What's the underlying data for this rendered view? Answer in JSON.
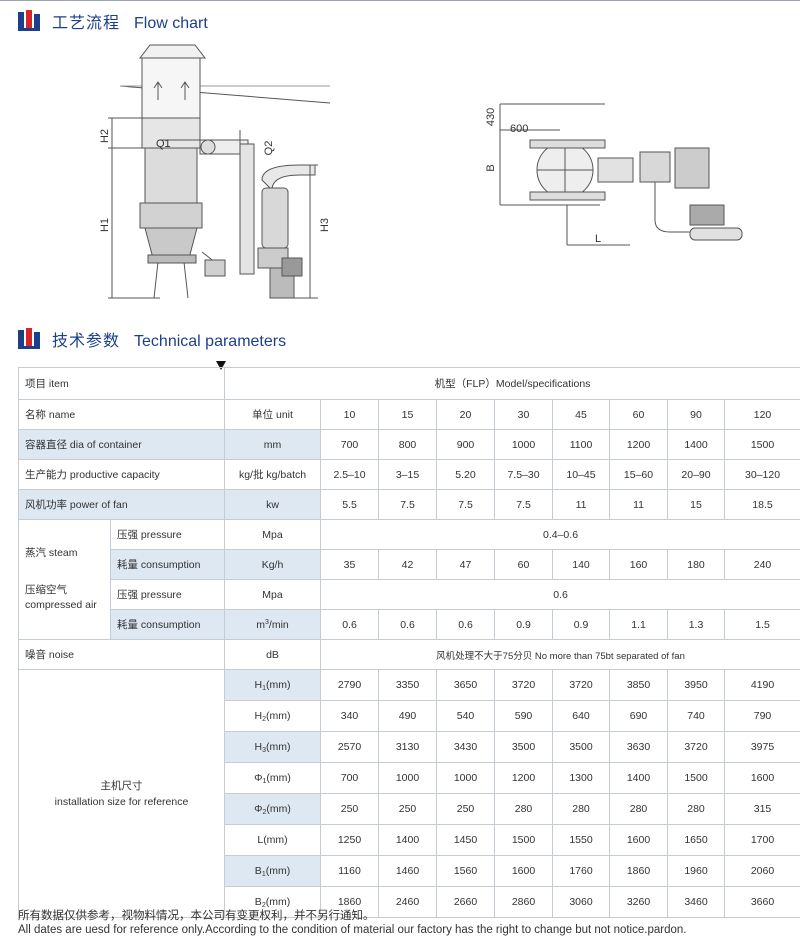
{
  "flow": {
    "title_zh": "工艺流程",
    "title_en": "Flow chart",
    "labels": {
      "h2": "H2",
      "h1": "H1",
      "h3": "H3",
      "q1": "Q1",
      "q2": "Q2",
      "b": "B",
      "l": "L",
      "d430": "430",
      "d600": "600"
    }
  },
  "tech": {
    "title_zh": "技术参数",
    "title_en": "Technical parameters"
  },
  "table": {
    "item": "项目 item",
    "model_header": "机型（FLP）Model/specifications",
    "name": "名称 name",
    "unit": "单位 unit",
    "models": [
      "10",
      "15",
      "20",
      "30",
      "45",
      "60",
      "90",
      "120"
    ],
    "rows": {
      "container": {
        "label": "容器直径 dia of container",
        "unit": "mm",
        "values": [
          "700",
          "800",
          "900",
          "1000",
          "1100",
          "1200",
          "1400",
          "1500"
        ]
      },
      "capacity": {
        "label": "生产能力 productive capacity",
        "unit": "kg/批 kg/batch",
        "values": [
          "2.5–10",
          "3–15",
          "5.20",
          "7.5–30",
          "10–45",
          "15–60",
          "20–90",
          "30–120"
        ]
      },
      "fan": {
        "label": "风机功率 power of fan",
        "unit": "kw",
        "values": [
          "5.5",
          "7.5",
          "7.5",
          "7.5",
          "11",
          "11",
          "15",
          "18.5"
        ]
      },
      "steam_pressure": {
        "label": "压强 pressure",
        "unit": "Mpa",
        "value": "0.4–0.6"
      },
      "steam_consumption": {
        "label": "耗量 consumption",
        "unit": "Kg/h",
        "values": [
          "35",
          "42",
          "47",
          "60",
          "140",
          "160",
          "180",
          "240"
        ]
      },
      "air_pressure": {
        "label": "压强 pressure",
        "unit": "Mpa",
        "value": "0.6"
      },
      "air_consumption": {
        "label": "耗量 consumption",
        "unit_pre": "m",
        "unit_sup": "3",
        "unit_post": "/min",
        "values": [
          "0.6",
          "0.6",
          "0.6",
          "0.9",
          "0.9",
          "1.1",
          "1.3",
          "1.5"
        ]
      },
      "noise": {
        "label": "噪音 noise",
        "unit": "dB",
        "value": "风机处理不大于75分贝 No more than 75bt separated of fan"
      }
    },
    "steam": "蒸汽 steam",
    "air_zh": "压缩空气",
    "air_en": "compressed air",
    "size_zh": "主机尺寸",
    "size_en": "installation size for reference",
    "sizes": [
      {
        "pre": "H",
        "sub": "1",
        "post": "(mm)",
        "values": [
          "2790",
          "3350",
          "3650",
          "3720",
          "3720",
          "3850",
          "3950",
          "4190"
        ]
      },
      {
        "pre": "H",
        "sub": "2",
        "post": "(mm)",
        "values": [
          "340",
          "490",
          "540",
          "590",
          "640",
          "690",
          "740",
          "790"
        ]
      },
      {
        "pre": "H",
        "sub": "3",
        "post": "(mm)",
        "values": [
          "2570",
          "3130",
          "3430",
          "3500",
          "3500",
          "3630",
          "3720",
          "3975"
        ]
      },
      {
        "pre": "Φ",
        "sub": "1",
        "post": "(mm)",
        "values": [
          "700",
          "1000",
          "1000",
          "1200",
          "1300",
          "1400",
          "1500",
          "1600"
        ]
      },
      {
        "pre": "Φ",
        "sub": "2",
        "post": "(mm)",
        "values": [
          "250",
          "250",
          "250",
          "280",
          "280",
          "280",
          "280",
          "315"
        ]
      },
      {
        "pre": "L",
        "sub": "",
        "post": "(mm)",
        "values": [
          "1250",
          "1400",
          "1450",
          "1500",
          "1550",
          "1600",
          "1650",
          "1700"
        ]
      },
      {
        "pre": "B",
        "sub": "1",
        "post": "(mm)",
        "values": [
          "1160",
          "1460",
          "1560",
          "1600",
          "1760",
          "1860",
          "1960",
          "2060"
        ]
      },
      {
        "pre": "B",
        "sub": "2",
        "post": "(mm)",
        "values": [
          "1860",
          "2460",
          "2660",
          "2860",
          "3060",
          "3260",
          "3460",
          "3660"
        ]
      }
    ]
  },
  "footer": {
    "zh": "所有数据仅供参考，视物料情况，本公司有变更权利，并不另行通知。",
    "en": "All dates are uesd for reference only.According to the condition of material our factory has the right to change but not notice.pardon."
  }
}
